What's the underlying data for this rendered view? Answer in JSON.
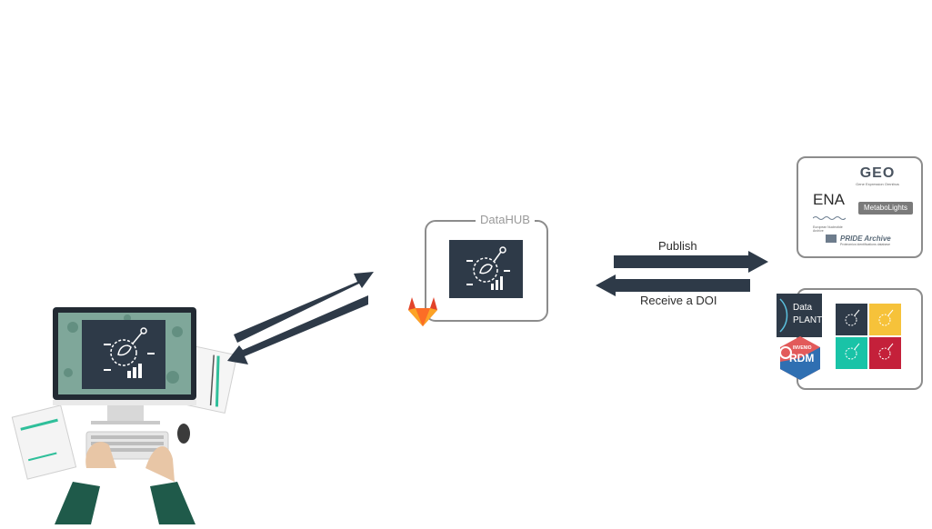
{
  "datahub": {
    "title": "DataHUB"
  },
  "arrows": {
    "publish_label": "Publish",
    "receive_label": "Receive a DOI"
  },
  "repositories": {
    "geo": {
      "name": "GEO",
      "subtitle": "Gene Expression Omnibus"
    },
    "ena": {
      "name": "ENA",
      "subtitle": "European Nucleotide Archive"
    },
    "metabolights": {
      "name": "MetaboLights"
    },
    "pride": {
      "name": "PRIDE Archive",
      "subtitle": "Proteomics identifications database"
    }
  },
  "doi_providers": {
    "dataplant": {
      "line1": "Data",
      "line2": "PLANT"
    },
    "invenio": {
      "line1": "INVENIO",
      "line2": "RDM"
    }
  },
  "colors": {
    "arrow": "#2e3a48",
    "tile_dark": "#2e3a48",
    "tile_yellow": "#f6c23a",
    "tile_teal": "#19c3a7",
    "tile_red": "#c4203a",
    "gitlab_orange": "#e2432a"
  },
  "icons": [
    "gitlab-icon",
    "plant-data-icon",
    "computer-icon"
  ]
}
